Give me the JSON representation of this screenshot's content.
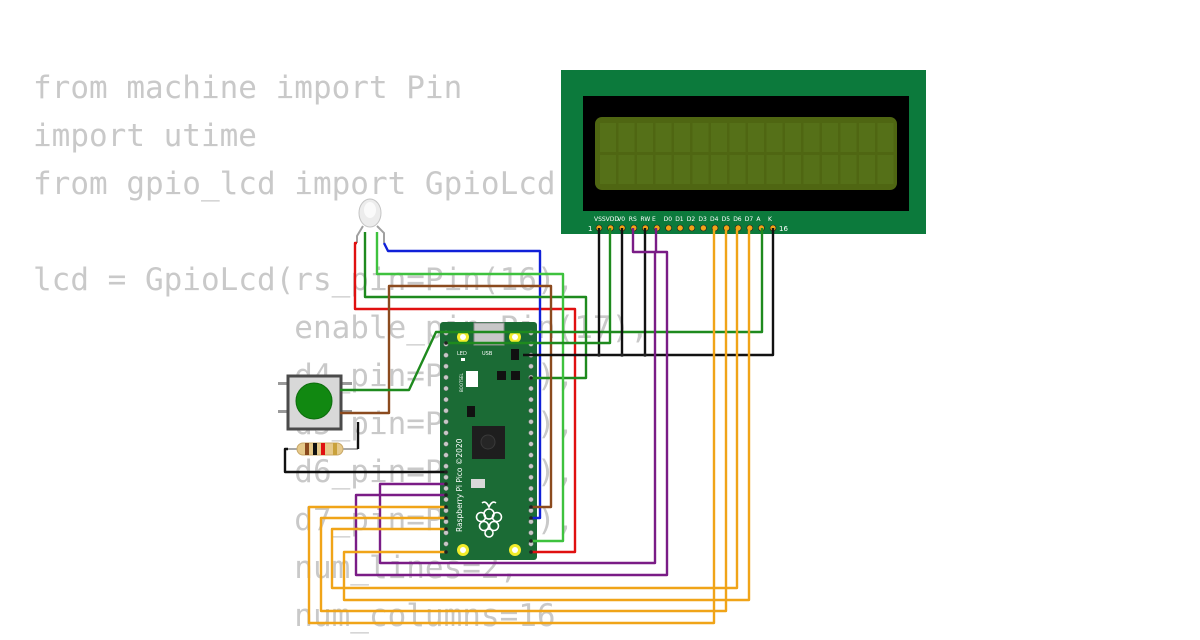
{
  "code_lines": [
    "from machine import Pin",
    "import utime",
    "from gpio_lcd import GpioLcd",
    "",
    "lcd = GpioLcd(rs_pin=Pin(16),",
    "              enable_pin=Pin(17),",
    "              d4_pin=Pin(18),",
    "              d5_pin=Pin(19),",
    "              d6_pin=Pin(20),",
    "              d7_pin=Pin(21),",
    "              num_lines=2,",
    "              num_columns=16"
  ],
  "lcd": {
    "pin_labels": [
      "VSS",
      "VDD",
      "V0",
      "RS",
      "RW",
      "E",
      "D0",
      "D1",
      "D2",
      "D3",
      "D4",
      "D5",
      "D6",
      "D7",
      "A",
      "K"
    ],
    "first_pin": "1",
    "last_pin": "16"
  },
  "pico": {
    "board_label": "Raspberry Pi Pico ©2020",
    "led_label": "LED",
    "usb_label": "USB",
    "bootsel_label": "BOOTSEL"
  },
  "colors": {
    "board_green": "#1b6b35",
    "lcd_green": "#0c7a3c",
    "lcd_screen": "#4f6612",
    "wire_red": "#e01010",
    "wire_green": "#1e8a1e",
    "wire_light_green": "#3ec23e",
    "wire_blue": "#1020d8",
    "wire_brown": "#8b4a1e",
    "wire_black": "#111111",
    "wire_purple": "#7a1c86",
    "wire_orange": "#f0a418"
  }
}
